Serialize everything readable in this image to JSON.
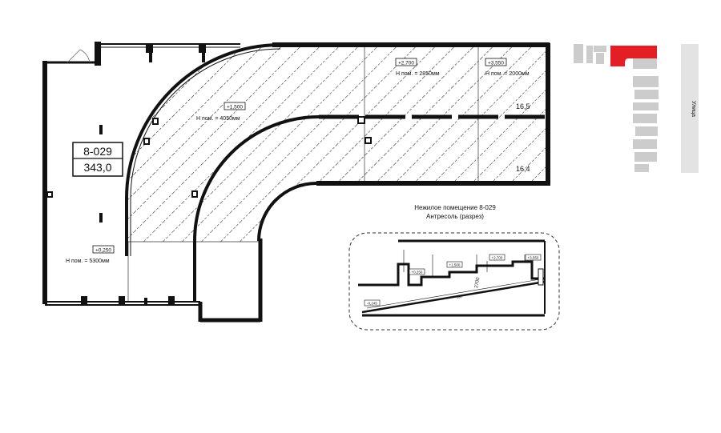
{
  "unit": {
    "code": "8-029",
    "area": "343,0"
  },
  "labels": {
    "elev_main": "+0,250",
    "height_main": "H пом. = 5300мм",
    "elev_mezz1": "+1,500",
    "height_mezz1": "H пом. = 4050мм",
    "elev_mezz2": "+2,700",
    "height_mezz2": "H пом. = 2850мм",
    "elev_mezz3": "+3,550",
    "height_mezz3": "H пом. = 2000мм",
    "area_upper": "16,5",
    "area_lower": "16,4"
  },
  "section": {
    "title_line1": "Нежилое помещение 8-029",
    "title_line2": "Антресоль (разрез)",
    "elev_a": "+0,250",
    "elev_b": "+1,500",
    "elev_c": "+2,700",
    "elev_d": "+3,550",
    "elev_e": "-0,245",
    "dim_diag": "2700",
    "dim_small": "100"
  },
  "keyplan": {
    "street_label": "Улица"
  },
  "colors": {
    "wall": "#111111",
    "hatch": "#222222",
    "highlight": "#e31e24",
    "keyplan_gray": "#cccccc",
    "street_gray": "#e3e3e3"
  }
}
